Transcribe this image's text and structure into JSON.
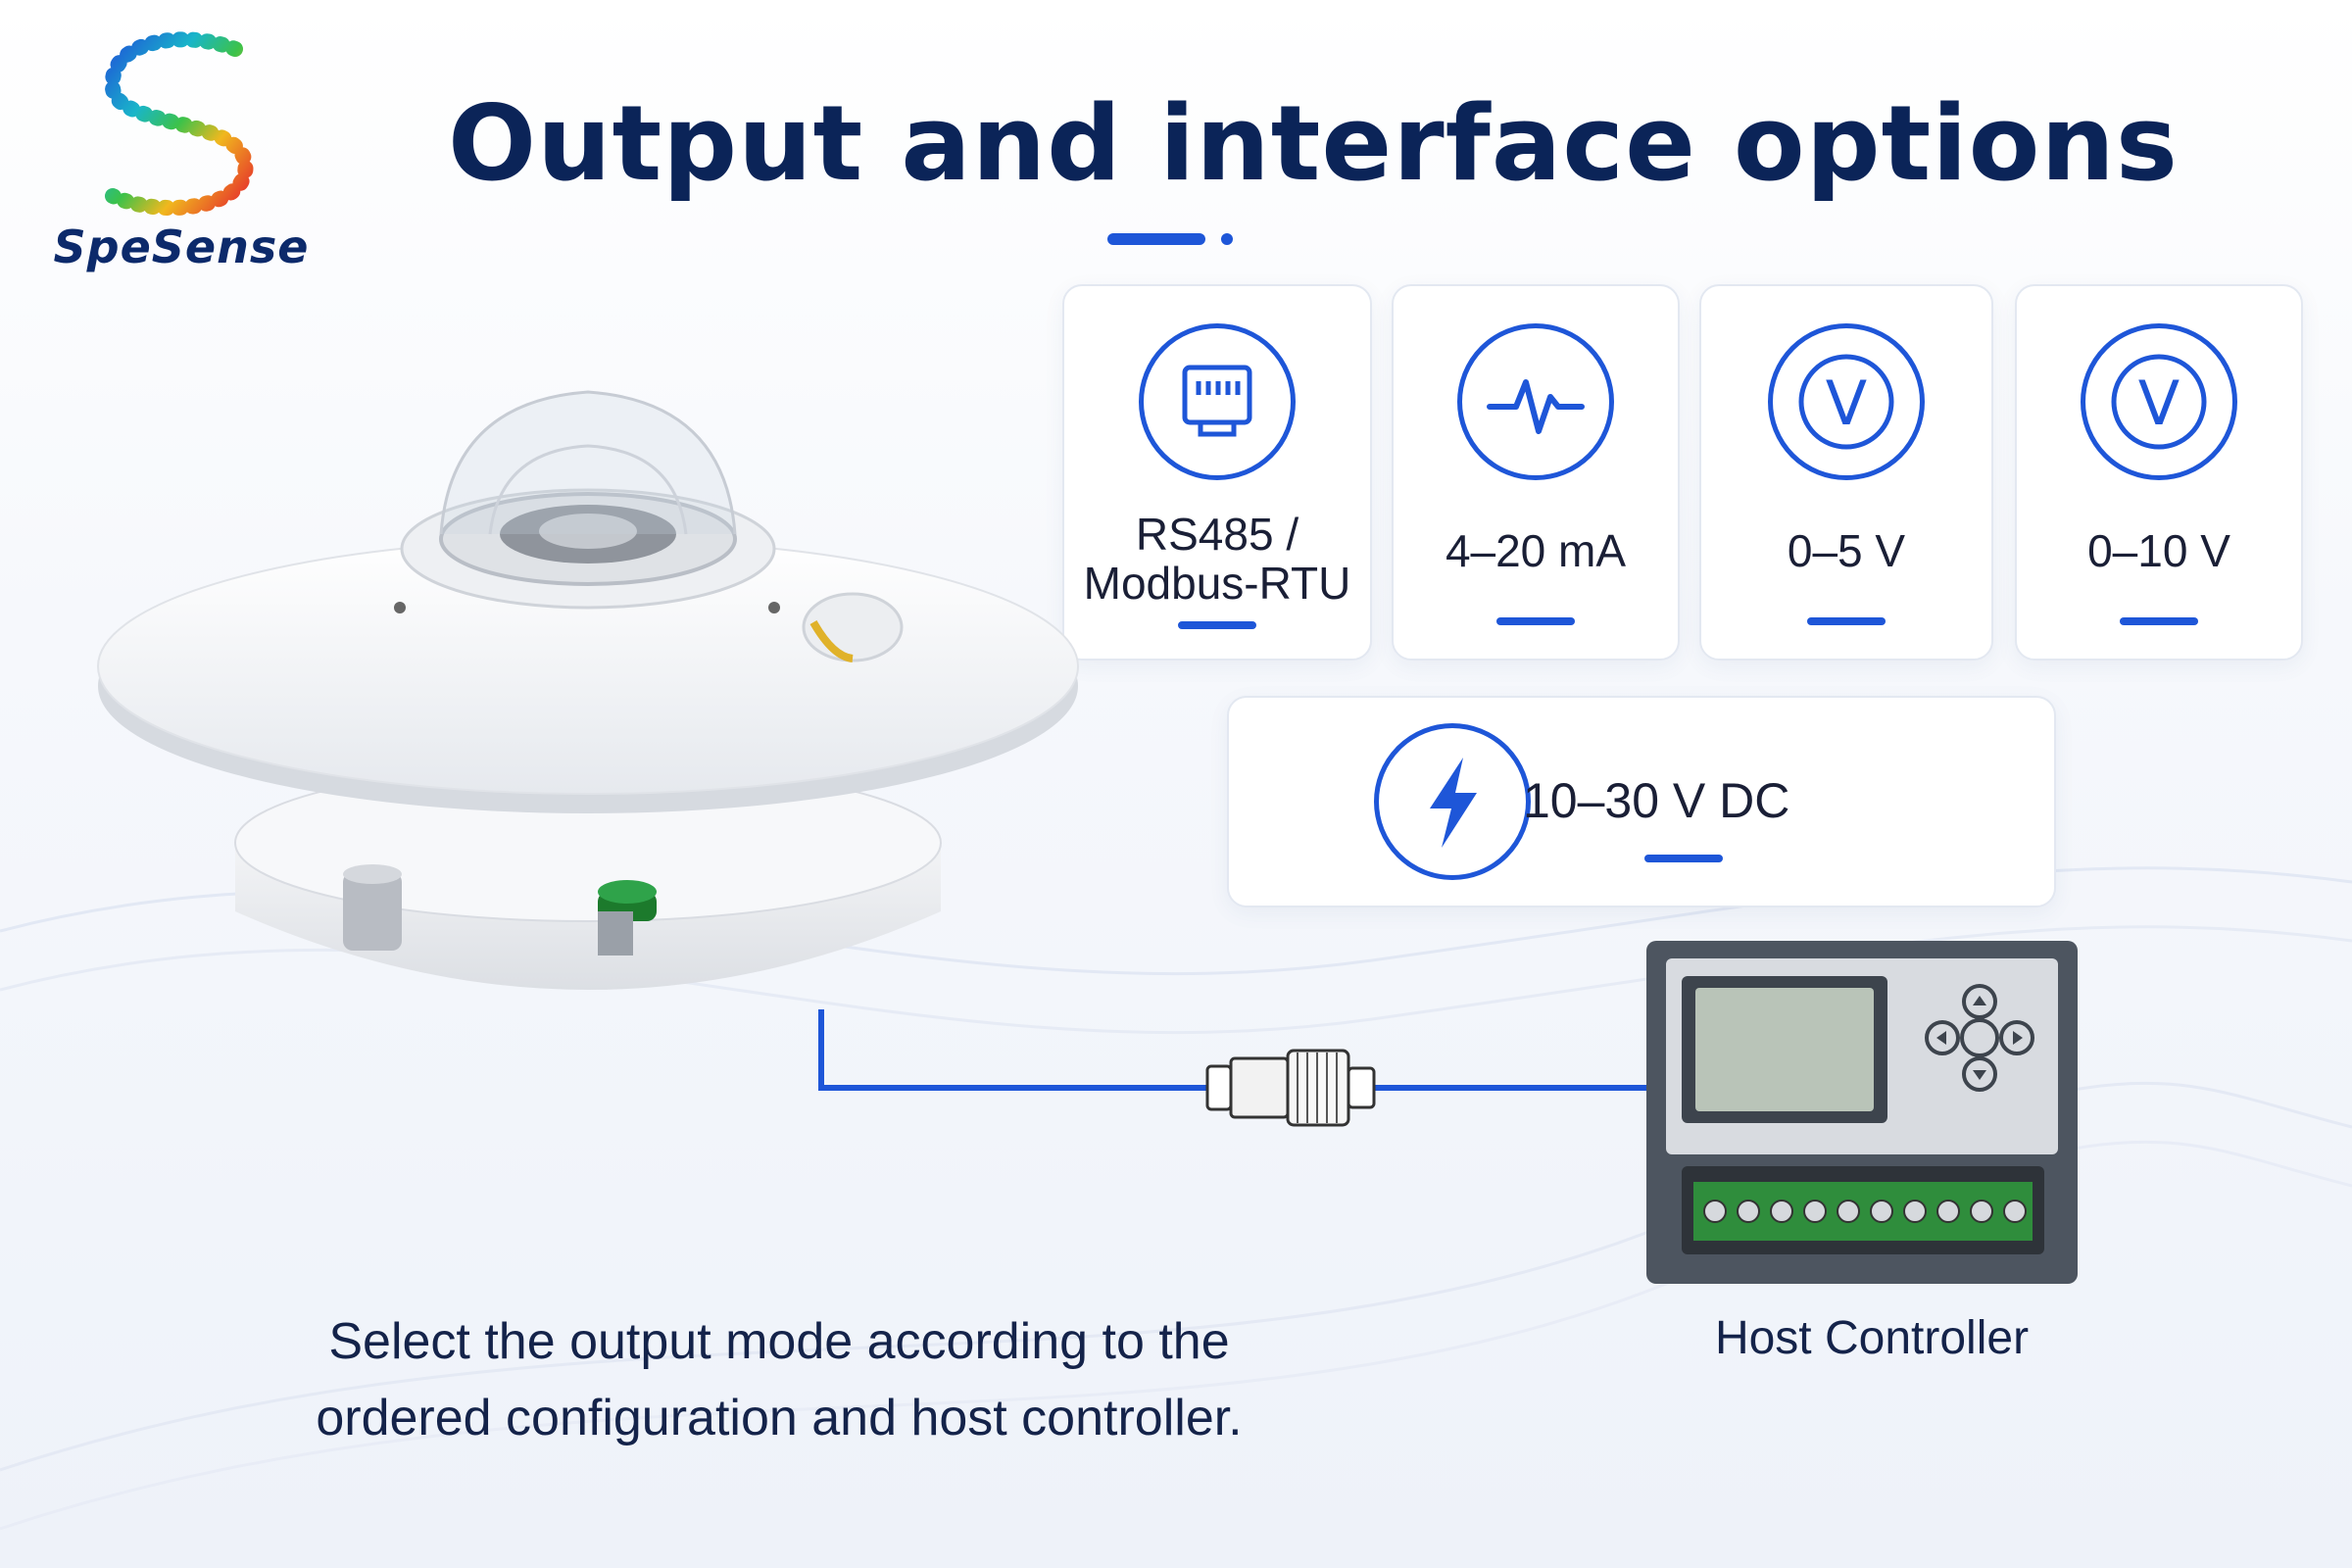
{
  "brand": {
    "name": "SpeSense"
  },
  "header": {
    "title": "Output and interface options"
  },
  "options": [
    {
      "label_line1": "RS485 /",
      "label_line2": "Modbus-RTU",
      "icon": "ethernet-port-icon"
    },
    {
      "label": "4–20 mA",
      "icon": "waveform-icon"
    },
    {
      "label": "0–5 V",
      "icon": "voltage-icon"
    },
    {
      "label": "0–10 V",
      "icon": "voltage-icon"
    }
  ],
  "power": {
    "label": "10–30 V DC",
    "icon": "lightning-icon"
  },
  "caption": {
    "line1": "Select the output mode according to the",
    "line2": "ordered configuration and host controller."
  },
  "host": {
    "label": "Host Controller"
  },
  "colors": {
    "accent": "#1e56d8",
    "title": "#0b2458",
    "text": "#1a1f36"
  }
}
